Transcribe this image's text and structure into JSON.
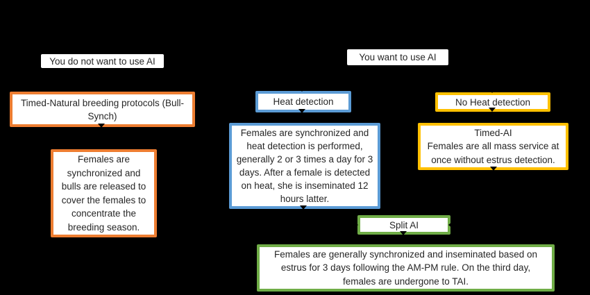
{
  "palette": {
    "background": "#000000",
    "box_fill": "#FFFFFF",
    "text_color": "#262626",
    "connector_color": "#000000",
    "orange": "#ED7D31",
    "blue": "#5B9BD5",
    "yellow": "#FFC000",
    "green": "#70AD47"
  },
  "decision_labels": {
    "no_ai": "You do not want to use AI",
    "ai": "You want to use AI"
  },
  "branches": {
    "natural": {
      "accent": "#ED7D31",
      "header": "Timed-Natural breeding protocols (Bull-Synch)",
      "description": "Females are synchronized and bulls are released to cover the females to concentrate the breeding season."
    },
    "heat_detection": {
      "accent": "#5B9BD5",
      "header": "Heat detection",
      "description": "Females are synchronized and heat detection is performed, generally 2 or 3 times a day for 3 days. After a female is detected on heat, she is inseminated 12 hours latter."
    },
    "no_heat_detection": {
      "accent": "#FFC000",
      "header": "No Heat detection",
      "timed_ai_title": "Timed-AI",
      "description": "Females are all mass service at once without estrus detection."
    },
    "split_ai": {
      "accent": "#70AD47",
      "header": "Split AI",
      "description": "Females are generally synchronized and inseminated based on estrus for 3 days following the AM-PM rule. On the third day, females are undergone to TAI."
    }
  },
  "connectors": [
    {
      "from": "no-ai-label",
      "to": "timed-natural-header"
    },
    {
      "from": "timed-natural-header",
      "to": "timed-natural-description"
    },
    {
      "from": "ai-label",
      "to": "heat-detection-header"
    },
    {
      "from": "ai-label",
      "to": "no-heat-detection-header"
    },
    {
      "from": "heat-detection-header",
      "to": "heat-detection-description"
    },
    {
      "from": "no-heat-detection-header",
      "to": "timed-ai-box"
    },
    {
      "from": "heat-detection-description",
      "to": "split-ai-header"
    },
    {
      "from": "timed-ai-box",
      "to": "split-ai-header"
    },
    {
      "from": "split-ai-header",
      "to": "split-ai-description"
    }
  ]
}
